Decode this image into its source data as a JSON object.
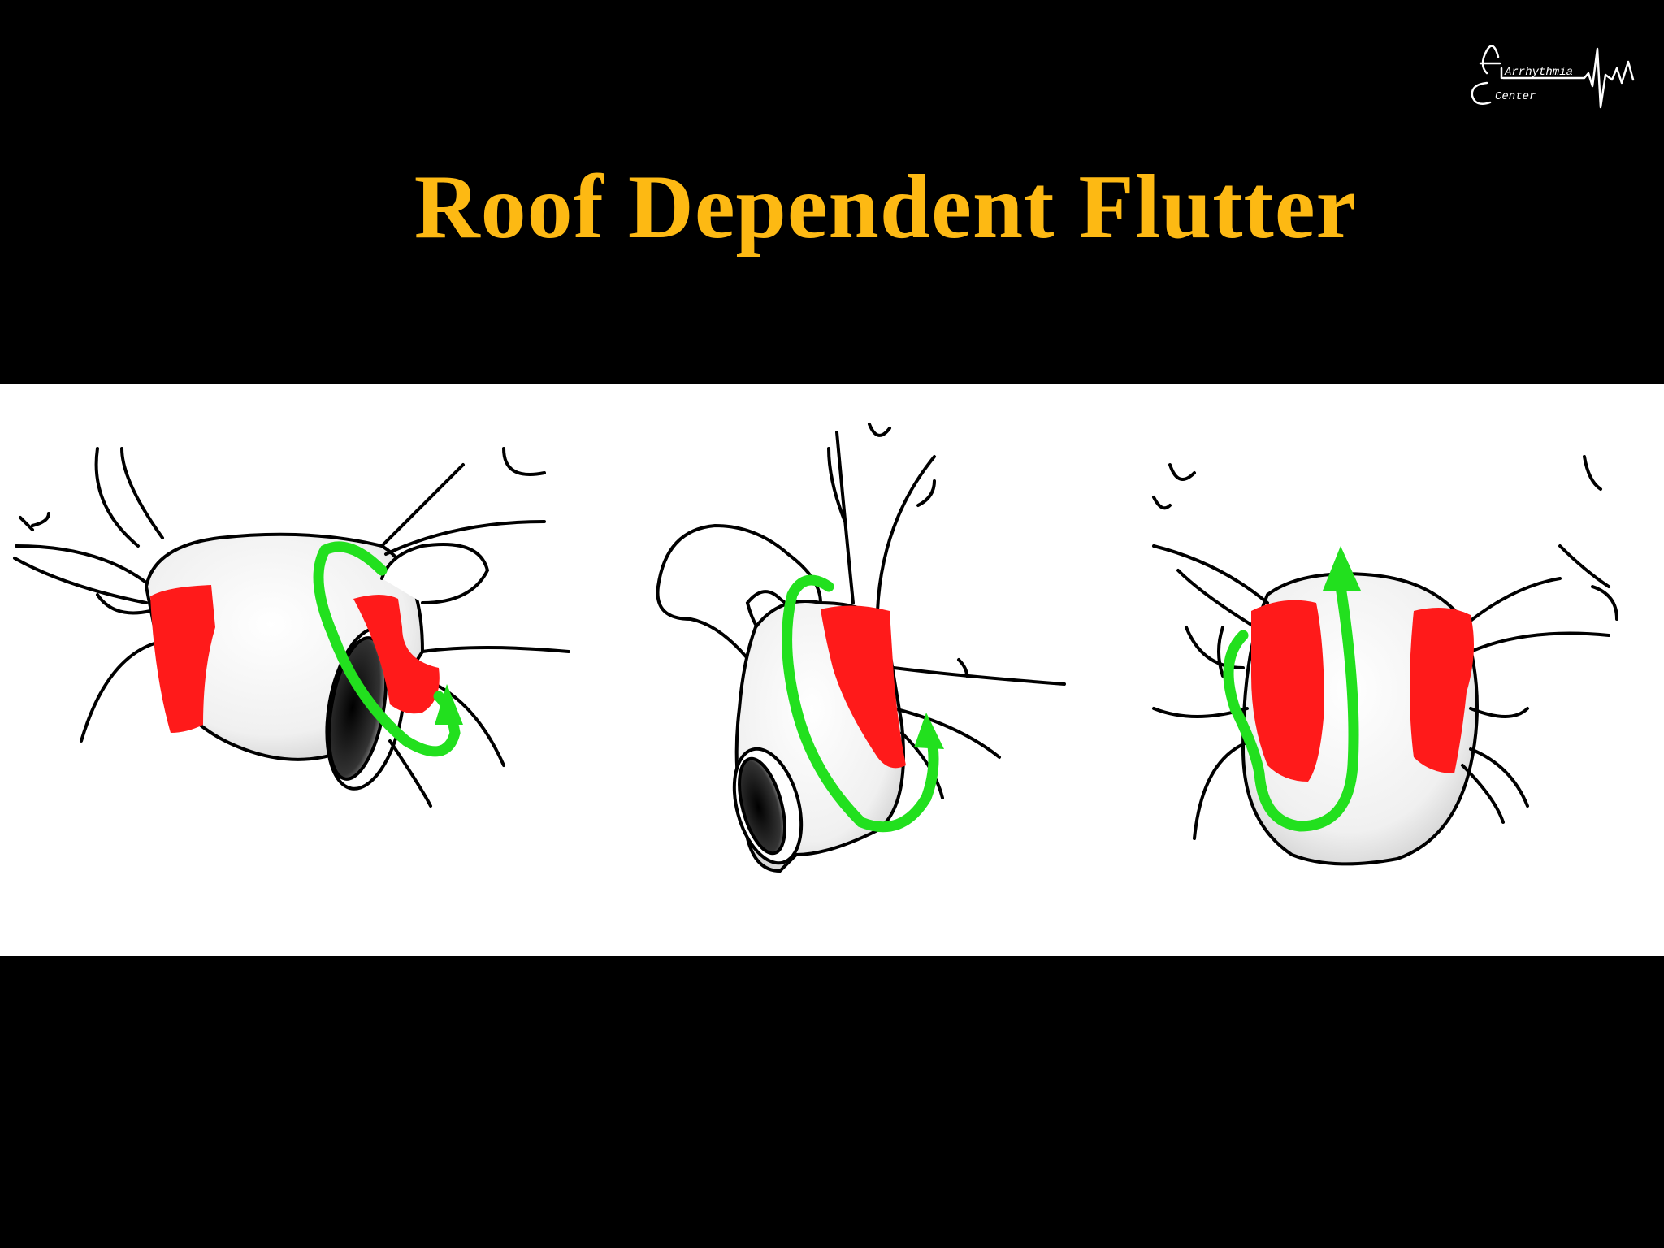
{
  "slide": {
    "title": "Roof Dependent Flutter",
    "title_color": "#FDB913",
    "background_color": "#000000",
    "figure_background": "#FFFFFF"
  },
  "logo": {
    "text_line1": "Arrhythmia",
    "text_line2": "Center",
    "icon": "ecg-trace-icon",
    "color": "#FFFFFF"
  },
  "figure": {
    "panels": [
      {
        "view": "posterior-oblique-atrium",
        "ablation_color": "#FF1A1A",
        "circuit_color": "#22E01E",
        "arrow_icon": "circular-arrow-icon"
      },
      {
        "view": "lateral-atrium",
        "ablation_color": "#FF1A1A",
        "circuit_color": "#22E01E",
        "arrow_icon": "circular-arrow-icon"
      },
      {
        "view": "posterior-atrium",
        "ablation_color": "#FF1A1A",
        "circuit_color": "#22E01E",
        "arrow_icon": "circular-arrow-icon"
      }
    ]
  }
}
